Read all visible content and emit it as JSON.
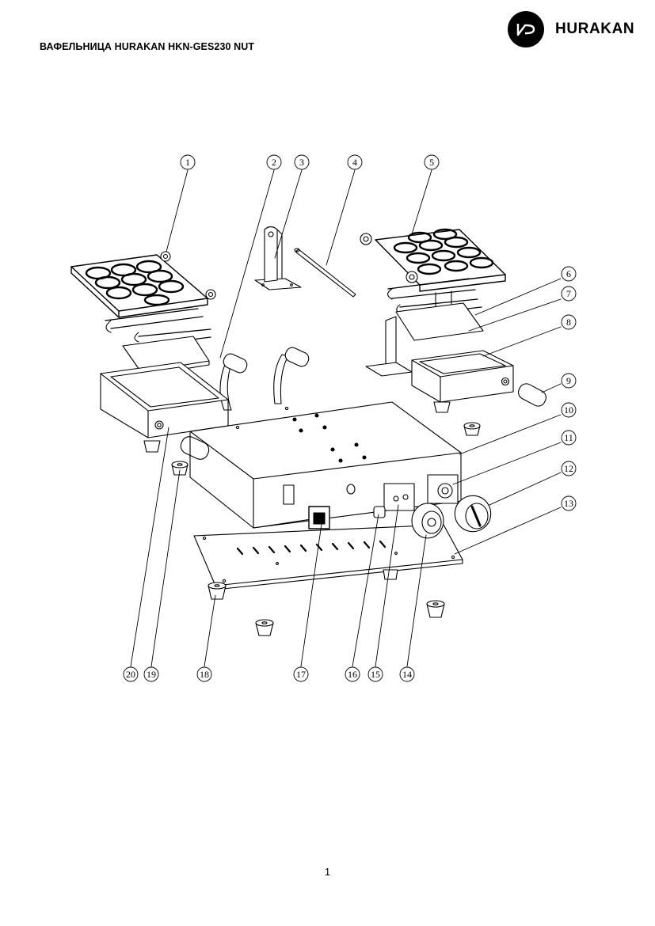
{
  "document": {
    "title": "ВАФЕЛЬНИЦА HURAKAN HKN-GES230 NUT",
    "brand": "HURAKAN",
    "page_number": "1"
  },
  "diagram": {
    "callouts": [
      "1",
      "2",
      "3",
      "4",
      "5",
      "6",
      "7",
      "8",
      "9",
      "10",
      "11",
      "12",
      "13",
      "14",
      "15",
      "16",
      "17",
      "18",
      "19",
      "20"
    ]
  }
}
